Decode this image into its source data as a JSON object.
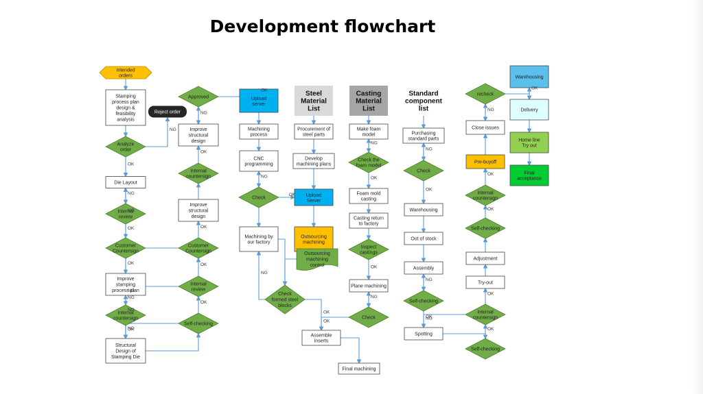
{
  "title": "Development flowchart",
  "colors": {
    "diamond": "#70ad47",
    "edge": "#5b9bd5",
    "blue": "#00b0f0",
    "gray": "#d9d9d9",
    "orange": "#ffc000",
    "hex": "#ffc000",
    "lightblue": "#5bc0eb",
    "cyan": "#e0ffff",
    "lgreen": "#92d050",
    "green": "#00cc33",
    "dark": "#262626"
  },
  "nodes": [
    {
      "id": "n1",
      "shape": "hex",
      "fill": "#ffc000",
      "text": "Intended\norders"
    },
    {
      "id": "n2",
      "shape": "rect",
      "fill": "#ffffff",
      "text": "Stamping\nprocess plan\ndesign &\nfeasibility\nanalysis"
    },
    {
      "id": "n3",
      "shape": "diamond",
      "fill": "#70ad47",
      "text": "Analyze\norder"
    },
    {
      "id": "n4",
      "shape": "round",
      "fill": "#262626",
      "text": "Reject order",
      "light": true
    },
    {
      "id": "n5",
      "shape": "rect",
      "fill": "#ffffff",
      "text": "Die Layout"
    },
    {
      "id": "n6",
      "shape": "diamond",
      "fill": "#70ad47",
      "text": "Internal\nreview"
    },
    {
      "id": "n7",
      "shape": "diamond",
      "fill": "#70ad47",
      "text": "Customer\nCountersign"
    },
    {
      "id": "n8",
      "shape": "rect",
      "fill": "#ffffff",
      "text": "Improve\nstamping\nprocess plan"
    },
    {
      "id": "n9",
      "shape": "diamond",
      "fill": "#70ad47",
      "text": "Internal\ncountersign"
    },
    {
      "id": "n10",
      "shape": "rect",
      "fill": "#ffffff",
      "text": "Structural\nDesign of\nStamping Die"
    },
    {
      "id": "n11",
      "shape": "diamond",
      "fill": "#70ad47",
      "text": "Approved"
    },
    {
      "id": "n12",
      "shape": "rect",
      "fill": "#ffffff",
      "text": "Improve\nstructural\ndesign"
    },
    {
      "id": "n13",
      "shape": "diamond",
      "fill": "#70ad47",
      "text": "Internal\ncountersign"
    },
    {
      "id": "n14",
      "shape": "rect",
      "fill": "#ffffff",
      "text": "Improve\nstructural\ndesign"
    },
    {
      "id": "n15",
      "shape": "diamond",
      "fill": "#70ad47",
      "text": "Customer\nCountersign"
    },
    {
      "id": "n16",
      "shape": "diamond",
      "fill": "#70ad47",
      "text": "Internal\nreview"
    },
    {
      "id": "n17",
      "shape": "diamond",
      "fill": "#70ad47",
      "text": "Self-checking"
    },
    {
      "id": "n18",
      "shape": "rect",
      "fill": "#00b0f0",
      "text": "Upload\nserver",
      "big": true
    },
    {
      "id": "n19",
      "shape": "rect",
      "fill": "#ffffff",
      "text": "Machining\nprocess"
    },
    {
      "id": "n20",
      "shape": "rect",
      "fill": "#ffffff",
      "text": "CNC\nprogramming"
    },
    {
      "id": "n21",
      "shape": "diamond",
      "fill": "#70ad47",
      "text": "Check"
    },
    {
      "id": "n22",
      "shape": "rect",
      "fill": "#ffffff",
      "text": "Machining by\nour factory"
    },
    {
      "id": "n23",
      "shape": "rect",
      "fill": "#ffc000",
      "text": "Outsourcing\nmachining"
    },
    {
      "id": "n24",
      "shape": "doc",
      "fill": "#70ad47",
      "text": "Outsourcing\nmachining\ncontrol"
    },
    {
      "id": "n25",
      "shape": "diamond",
      "fill": "#70ad47",
      "text": "Check\nformed steel\nblocks"
    },
    {
      "id": "n26",
      "shape": "rect",
      "fill": "#ffffff",
      "text": "Assemble\ninserts"
    },
    {
      "id": "n27",
      "shape": "rect",
      "fill": "#ffffff",
      "text": "Final machining"
    },
    {
      "id": "n28",
      "shape": "rect",
      "fill": "#d9d9d9",
      "text": "Steel\nMaterial\nList",
      "header": true
    },
    {
      "id": "n29",
      "shape": "rect",
      "fill": "#ffffff",
      "text": "Procurement of\nsteel parts"
    },
    {
      "id": "n30",
      "shape": "rect",
      "fill": "#ffffff",
      "text": "Develop\nmachining plans"
    },
    {
      "id": "n31",
      "shape": "rect",
      "fill": "#00b0f0",
      "text": "Upload\nServer",
      "big": true
    },
    {
      "id": "n32",
      "shape": "rect",
      "fill": "#a6a6a6",
      "text": "Casting\nMaterial\nList",
      "header": true
    },
    {
      "id": "n33",
      "shape": "rect",
      "fill": "#ffffff",
      "text": "Make foam\nmodel"
    },
    {
      "id": "n34",
      "shape": "diamond",
      "fill": "#70ad47",
      "text": "Check the\nfoam model"
    },
    {
      "id": "n35",
      "shape": "rect",
      "fill": "#ffffff",
      "text": "Foam mold\ncasting"
    },
    {
      "id": "n36",
      "shape": "rect",
      "fill": "#ffffff",
      "text": "Casting return\nto factory"
    },
    {
      "id": "n37",
      "shape": "diamond",
      "fill": "#70ad47",
      "text": "Inspect\ncastings"
    },
    {
      "id": "n38",
      "shape": "rect",
      "fill": "#ffffff",
      "text": "Plane machining"
    },
    {
      "id": "n39",
      "shape": "diamond",
      "fill": "#70ad47",
      "text": "Check"
    },
    {
      "id": "n40",
      "shape": "rect",
      "fill": "#ffffff",
      "text": "Standard\ncomponent\nlist",
      "header": true
    },
    {
      "id": "n41",
      "shape": "rect",
      "fill": "#ffffff",
      "text": "Purchasing\nstandard parts"
    },
    {
      "id": "n42",
      "shape": "diamond",
      "fill": "#70ad47",
      "text": "Check"
    },
    {
      "id": "n43",
      "shape": "rect",
      "fill": "#ffffff",
      "text": "Warehousing"
    },
    {
      "id": "n44",
      "shape": "rect",
      "fill": "#ffffff",
      "text": "Out of stock"
    },
    {
      "id": "n45",
      "shape": "rect",
      "fill": "#ffffff",
      "text": "Assembly"
    },
    {
      "id": "n46",
      "shape": "diamond",
      "fill": "#70ad47",
      "text": "Self-checking"
    },
    {
      "id": "n47",
      "shape": "rect",
      "fill": "#ffffff",
      "text": "Spotting"
    },
    {
      "id": "n48",
      "shape": "diamond",
      "fill": "#70ad47",
      "text": "recheck"
    },
    {
      "id": "n49",
      "shape": "rect",
      "fill": "#ffffff",
      "text": "Close issues"
    },
    {
      "id": "n50",
      "shape": "rect",
      "fill": "#ffc000",
      "text": "Pre-buyoff"
    },
    {
      "id": "n51",
      "shape": "diamond",
      "fill": "#70ad47",
      "text": "Internal\ncountersign"
    },
    {
      "id": "n52",
      "shape": "diamond",
      "fill": "#70ad47",
      "text": "Self-checking"
    },
    {
      "id": "n53",
      "shape": "rect",
      "fill": "#ffffff",
      "text": "Adjustment"
    },
    {
      "id": "n54",
      "shape": "rect",
      "fill": "#ffffff",
      "text": "Try-out"
    },
    {
      "id": "n55",
      "shape": "diamond",
      "fill": "#70ad47",
      "text": "Internal\ncountersign"
    },
    {
      "id": "n56",
      "shape": "diamond",
      "fill": "#70ad47",
      "text": "Self-checking"
    },
    {
      "id": "n57",
      "shape": "rect",
      "fill": "#5bc0eb",
      "text": "Warehousing"
    },
    {
      "id": "n58",
      "shape": "rect",
      "fill": "#e0ffff",
      "text": "Delivery"
    },
    {
      "id": "n59",
      "shape": "rect",
      "fill": "#92d050",
      "text": "Home line\nTry out"
    },
    {
      "id": "n60",
      "shape": "rect",
      "fill": "#00cc33",
      "text": "Final\nacceptance"
    }
  ],
  "edges": [
    {
      "from": "n1",
      "to": "n2"
    },
    {
      "from": "n2",
      "to": "n3"
    },
    {
      "from": "n3",
      "to": "n4",
      "label": "NG"
    },
    {
      "from": "n3",
      "to": "n5",
      "label": "OK"
    },
    {
      "from": "n5",
      "to": "n6"
    },
    {
      "from": "n6",
      "to": "n7",
      "label": "OK"
    },
    {
      "from": "n6",
      "to": "n5",
      "label": "NG"
    },
    {
      "from": "n7",
      "to": "n5",
      "label": "NG"
    },
    {
      "from": "n7",
      "to": "n8",
      "label": "OK"
    },
    {
      "from": "n8",
      "to": "n9"
    },
    {
      "from": "n9",
      "to": "n8",
      "label": "NG"
    },
    {
      "from": "n9",
      "to": "n10",
      "label": "OK"
    },
    {
      "from": "n10",
      "to": "n17"
    },
    {
      "from": "n17",
      "to": "n10",
      "label": "NG"
    },
    {
      "from": "n17",
      "to": "n16",
      "label": "OK"
    },
    {
      "from": "n16",
      "to": "n15",
      "label": "OK"
    },
    {
      "from": "n16",
      "to": "n10",
      "label": "NG"
    },
    {
      "from": "n15",
      "to": "n14",
      "label": "OK"
    },
    {
      "from": "n15",
      "to": "n10",
      "label": "NG"
    },
    {
      "from": "n14",
      "to": "n13"
    },
    {
      "from": "n13",
      "to": "n12",
      "label": "OK"
    },
    {
      "from": "n12",
      "to": "n11"
    },
    {
      "from": "n11",
      "to": "n12",
      "label": "NG"
    },
    {
      "from": "n11",
      "to": "n18",
      "label": "OK"
    },
    {
      "from": "n18",
      "to": "n19"
    },
    {
      "from": "n19",
      "to": "n20"
    },
    {
      "from": "n20",
      "to": "n21"
    },
    {
      "from": "n21",
      "to": "n20",
      "label": "NG"
    },
    {
      "from": "n21",
      "to": "n31",
      "label": "OK"
    },
    {
      "from": "n28",
      "to": "n29"
    },
    {
      "from": "n29",
      "to": "n30"
    },
    {
      "from": "n30",
      "to": "n31"
    },
    {
      "from": "n31",
      "to": "n22"
    },
    {
      "from": "n31",
      "to": "n23"
    },
    {
      "from": "n22",
      "to": "n25"
    },
    {
      "from": "n23",
      "to": "n24"
    },
    {
      "from": "n24",
      "to": "n25"
    },
    {
      "from": "n25",
      "to": "n22",
      "label": "NG"
    },
    {
      "from": "n25",
      "to": "n26",
      "label": "OK"
    },
    {
      "from": "n26",
      "to": "n27"
    },
    {
      "from": "n32",
      "to": "n33"
    },
    {
      "from": "n33",
      "to": "n34"
    },
    {
      "from": "n34",
      "to": "n33",
      "label": "NG"
    },
    {
      "from": "n34",
      "to": "n35",
      "label": "OK"
    },
    {
      "from": "n35",
      "to": "n36"
    },
    {
      "from": "n36",
      "to": "n37"
    },
    {
      "from": "n37",
      "to": "n38",
      "label": "OK"
    },
    {
      "from": "n38",
      "to": "n39"
    },
    {
      "from": "n39",
      "to": "n38",
      "label": "NG"
    },
    {
      "from": "n39",
      "to": "n26",
      "label": "OK"
    },
    {
      "from": "n40",
      "to": "n41"
    },
    {
      "from": "n41",
      "to": "n42"
    },
    {
      "from": "n42",
      "to": "n41",
      "label": "NG"
    },
    {
      "from": "n42",
      "to": "n43",
      "label": "OK"
    },
    {
      "from": "n43",
      "to": "n44"
    },
    {
      "from": "n44",
      "to": "n45"
    },
    {
      "from": "n45",
      "to": "n46"
    },
    {
      "from": "n46",
      "to": "n45",
      "label": "NG"
    },
    {
      "from": "n46",
      "to": "n47",
      "label": "OK"
    },
    {
      "from": "n47",
      "to": "n56"
    },
    {
      "from": "n56",
      "to": "n55",
      "label": "OK"
    },
    {
      "from": "n55",
      "to": "n47",
      "label": "NG"
    },
    {
      "from": "n55",
      "to": "n54",
      "label": "OK"
    },
    {
      "from": "n54",
      "to": "n53"
    },
    {
      "from": "n53",
      "to": "n52"
    },
    {
      "from": "n52",
      "to": "n51",
      "label": "OK"
    },
    {
      "from": "n51",
      "to": "n50",
      "label": "OK"
    },
    {
      "from": "n50",
      "to": "n49"
    },
    {
      "from": "n49",
      "to": "n48"
    },
    {
      "from": "n48",
      "to": "n57",
      "label": "OK"
    },
    {
      "from": "n48",
      "to": "n49",
      "label": "NG"
    },
    {
      "from": "n57",
      "to": "n58"
    },
    {
      "from": "n58",
      "to": "n59"
    },
    {
      "from": "n59",
      "to": "n60"
    }
  ]
}
